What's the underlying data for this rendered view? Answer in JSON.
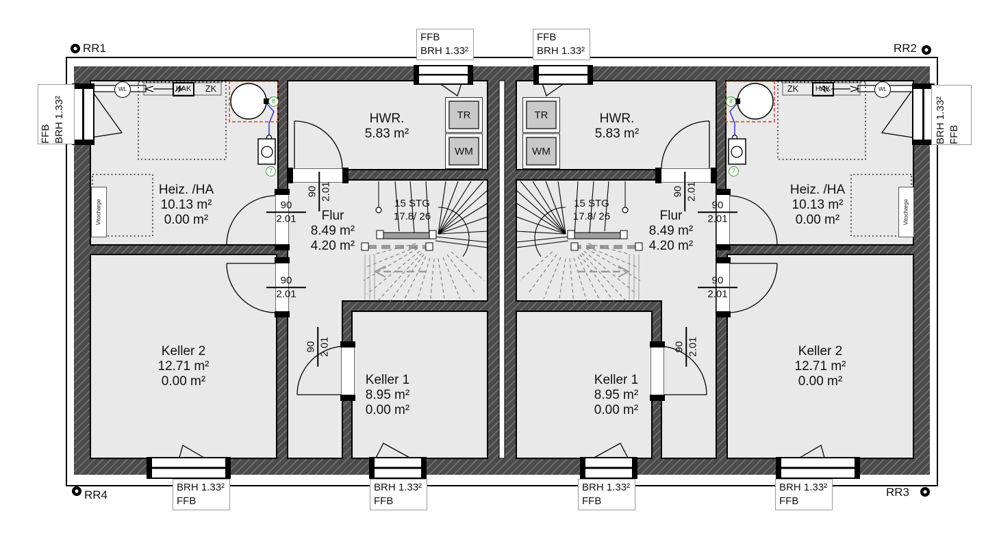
{
  "markers": {
    "rr1": "RR1",
    "rr2": "RR2",
    "rr3": "RR3",
    "rr4": "RR4"
  },
  "window_labels": {
    "ffb": "FFB",
    "brh": "BRH 1.33²"
  },
  "rooms": {
    "heiz": {
      "name": "Heiz. /HA",
      "area": "10.13 m²",
      "area2": "0.00 m²"
    },
    "hwr": {
      "name": "HWR.",
      "area": "5.83 m²"
    },
    "flur": {
      "name": "Flur",
      "area": "8.49 m²",
      "area2": "4.20 m²"
    },
    "keller1": {
      "name": "Keller 1",
      "area": "8.95 m²",
      "area2": "0.00 m²"
    },
    "keller2": {
      "name": "Keller 2",
      "area": "12.71 m²",
      "area2": "0.00 m²"
    }
  },
  "stairs": {
    "line1": "15 STG",
    "line2": "17.8/ 26"
  },
  "door": {
    "width": "90",
    "height": "2.01"
  },
  "symbols": {
    "wl": "WL",
    "hak": "HAK",
    "zk": "ZK",
    "tr": "TR",
    "wm": "WM",
    "vitocharge": "Vitocharge",
    "n7": "7",
    "n8": "8"
  },
  "colors": {
    "wall": "#4b4b4b",
    "floor": "#e9e9e9",
    "tank_outline": "#cc4433",
    "pipe_line": "#3333cc",
    "marker_green": "#3a9a3a"
  }
}
